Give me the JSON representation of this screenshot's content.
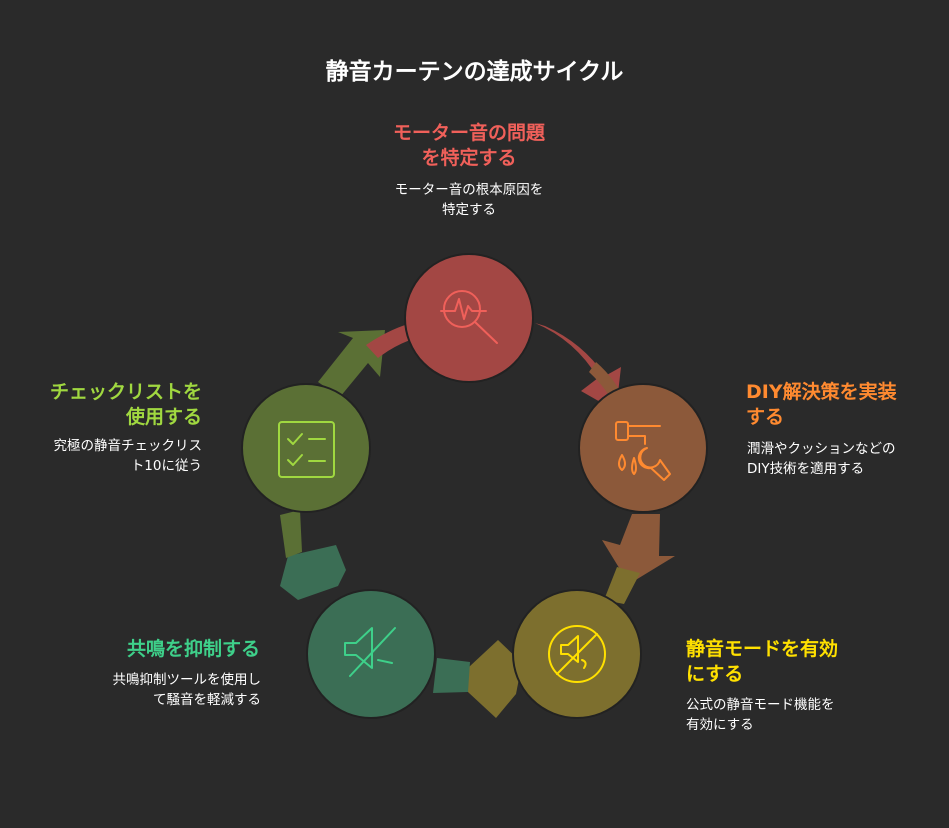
{
  "title": "静音カーテンの達成サイクル",
  "steps": [
    {
      "label": [
        "モーター音の問題",
        "を特定する"
      ],
      "desc": [
        "モーター音の根本原因を",
        "特定する"
      ],
      "icon": "magnifier-waveform-icon",
      "color": "#f0605a",
      "fill": "#a34744"
    },
    {
      "label": [
        "DIY解決策を実装",
        "する"
      ],
      "desc": [
        "潤滑やクッションなどの",
        "DIY技術を適用する"
      ],
      "icon": "faucet-wrench-icon",
      "color": "#ff8a30",
      "fill": "#8c593a"
    },
    {
      "label": [
        "静音モードを有効",
        "にする"
      ],
      "desc": [
        "公式の静音モード機能を",
        "有効にする"
      ],
      "icon": "sound-off-icon",
      "color": "#ffe000",
      "fill": "#7d6f2e"
    },
    {
      "label": [
        "共鳴を抑制する"
      ],
      "desc": [
        "共鳴抑制ツールを使用し",
        "て騒音を軽減する"
      ],
      "icon": "speaker-muted-icon",
      "color": "#3ed08a",
      "fill": "#3b6e55"
    },
    {
      "label": [
        "チェックリストを",
        "使用する"
      ],
      "desc": [
        "究極の静音チェックリス",
        "ト10に従う"
      ],
      "icon": "checklist-icon",
      "color": "#a0d840",
      "fill": "#5b7035"
    }
  ]
}
